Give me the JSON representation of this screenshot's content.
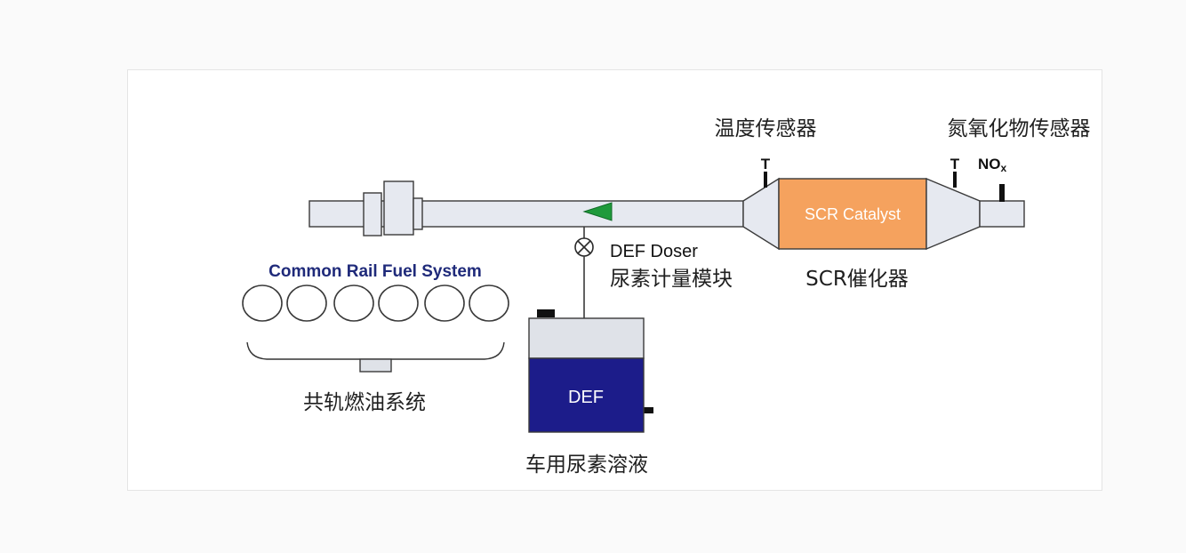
{
  "colors": {
    "pipe_fill": "#e6e9f0",
    "pipe_stroke": "#3a3a3a",
    "catalyst_fill": "#f5a25e",
    "def_fill": "#1c1c8a",
    "cap_fill": "#dfe2e8",
    "doser_arrow": "#1f9a3b",
    "fuel_system_title": "#1f2a7a"
  },
  "labels": {
    "temp_sensor": "温度传感器",
    "nox_sensor": "氮氧化物传感器",
    "temp_mark_1": "T",
    "temp_mark_2": "T",
    "nox_mark": "NO",
    "nox_subscript": "x",
    "scr_catalyst": "SCR Catalyst",
    "scr_catalyst_cn": "SCR催化器",
    "def_doser": "DEF Doser",
    "def_doser_cn": "尿素计量模块",
    "fuel_system_title": "Common Rail Fuel System",
    "fuel_system_cn": "共轨燃油系统",
    "def_tank": "DEF",
    "def_tank_cn": "车用尿素溶液"
  }
}
